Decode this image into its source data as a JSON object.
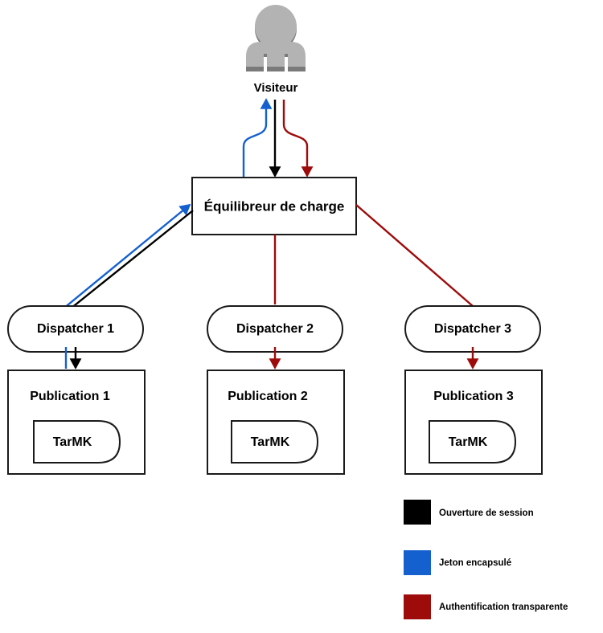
{
  "diagram": {
    "title_text_visible": false,
    "colors": {
      "session_black": "#000000",
      "token_blue": "#1560cf",
      "auth_red": "#9e0b0b",
      "node_stroke": "#1a1a1a",
      "node_fill": "#ffffff",
      "actor_light": "#b3b3b3",
      "actor_dark": "#7a7a7a",
      "background": "#ffffff"
    },
    "actor": {
      "name": "visitor-actor",
      "label": "Visiteur",
      "icon": "person-icon"
    },
    "load_balancer": {
      "name": "load-balancer-node",
      "label": "Équilibreur de charge"
    },
    "dispatchers": [
      {
        "name": "dispatcher-1-node",
        "label": "Dispatcher 1"
      },
      {
        "name": "dispatcher-2-node",
        "label": "Dispatcher 2"
      },
      {
        "name": "dispatcher-3-node",
        "label": "Dispatcher 3"
      }
    ],
    "publications": [
      {
        "name": "publication-1-node",
        "label": "Publication 1",
        "store": "TarMK"
      },
      {
        "name": "publication-2-node",
        "label": "Publication 2",
        "store": "TarMK"
      },
      {
        "name": "publication-3-node",
        "label": "Publication 3",
        "store": "TarMK"
      }
    ],
    "legend": {
      "name": "legend",
      "items": [
        {
          "label": "Ouverture de session",
          "color": "#000000",
          "swatch": "session-swatch"
        },
        {
          "label": "Jeton encapsulé",
          "color": "#1560cf",
          "swatch": "token-swatch"
        },
        {
          "label": "Authentification transparente",
          "color": "#9e0b0b",
          "swatch": "auth-swatch"
        }
      ]
    },
    "flows": [
      {
        "name": "flow-login-visitor-to-lb",
        "color": "#000000",
        "legend": "Ouverture de session"
      },
      {
        "name": "flow-login-dispatcher1-to-lb",
        "color": "#000000",
        "legend": "Ouverture de session"
      },
      {
        "name": "flow-login-dispatcher1-to-publication1",
        "color": "#000000",
        "legend": "Ouverture de session"
      },
      {
        "name": "flow-token-lb-to-visitor",
        "color": "#1560cf",
        "legend": "Jeton encapsulé"
      },
      {
        "name": "flow-token-dispatcher1-to-lb",
        "color": "#1560cf",
        "legend": "Jeton encapsulé"
      },
      {
        "name": "flow-auth-visitor-to-lb",
        "color": "#9e0b0b",
        "legend": "Authentification transparente"
      },
      {
        "name": "flow-auth-lb-to-dispatcher2",
        "color": "#9e0b0b",
        "legend": "Authentification transparente"
      },
      {
        "name": "flow-auth-dispatcher2-to-publication2",
        "color": "#9e0b0b",
        "legend": "Authentification transparente"
      },
      {
        "name": "flow-auth-lb-to-dispatcher3",
        "color": "#9e0b0b",
        "legend": "Authentification transparente"
      },
      {
        "name": "flow-auth-dispatcher3-to-publication3",
        "color": "#9e0b0b",
        "legend": "Authentification transparente"
      }
    ]
  }
}
